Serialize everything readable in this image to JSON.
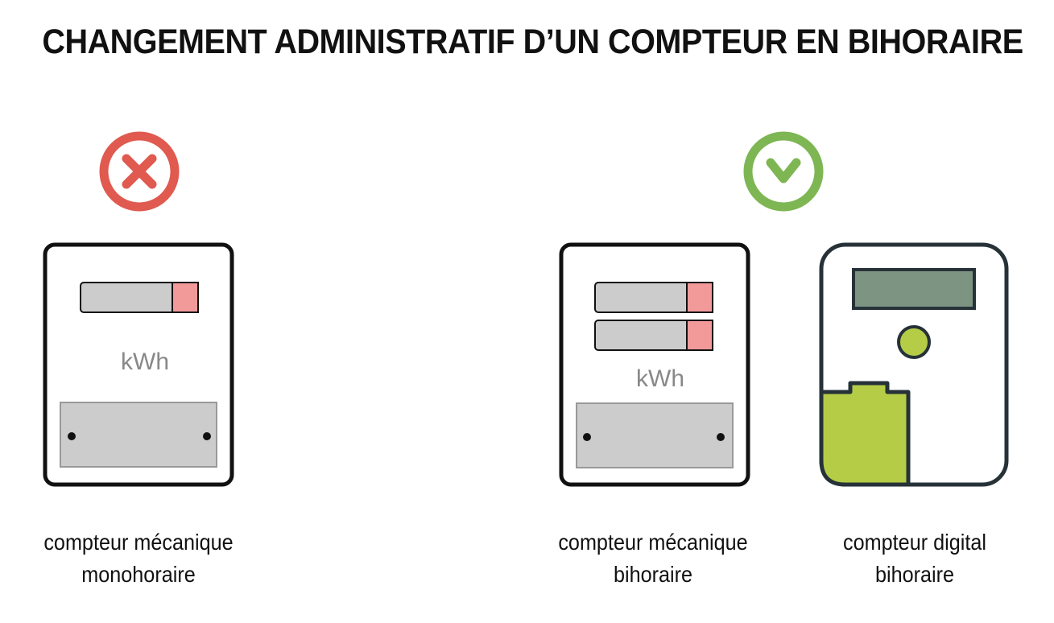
{
  "title": "CHANGEMENT ADMINISTRATIF D’UN COMPTEUR EN BIHORAIRE",
  "colors": {
    "refused": "#E05A4F",
    "accepted": "#7DB653",
    "meter_outline": "#111111",
    "counter_fill": "#CCCCCC",
    "counter_digit": "#F29A9A",
    "digital_outline": "#263238",
    "digital_screen": "#7E9483",
    "digital_accent": "#B5CC47"
  },
  "status": {
    "refused_icon": "cross-circle-icon",
    "accepted_icon": "check-circle-icon"
  },
  "meters": [
    {
      "unit_label": "kWh",
      "caption_line1": "compteur mécanique",
      "caption_line2": "monohoraire"
    },
    {
      "unit_label": "kWh",
      "caption_line1": "compteur mécanique",
      "caption_line2": "bihoraire"
    },
    {
      "caption_line1": "compteur digital",
      "caption_line2": "bihoraire"
    }
  ]
}
